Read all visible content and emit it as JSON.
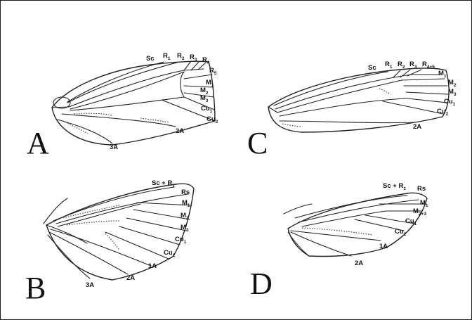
{
  "panels": {
    "A": {
      "letter": "A",
      "labels": [
        "Sc",
        "R",
        "R",
        "R",
        "R",
        "R",
        "M",
        "M",
        "M",
        "Cu",
        "Cu",
        "2A",
        "3A"
      ],
      "subs": [
        "1",
        "2",
        "3",
        "4",
        "5",
        "1",
        "2",
        "3",
        "1",
        "2"
      ]
    },
    "B": {
      "letter": "B",
      "labels": [
        "Sc + R",
        "Rs",
        "M",
        "M",
        "M",
        "Cu",
        "Cu",
        "1A",
        "2A",
        "3A"
      ],
      "subs": [
        "1",
        "1",
        "2",
        "3",
        "1",
        "2"
      ]
    },
    "C": {
      "letter": "C",
      "labels": [
        "Sc",
        "R",
        "R",
        "R",
        "R",
        "M",
        "M",
        "M",
        "Cu",
        "Cu",
        "2A"
      ],
      "subs": [
        "1",
        "2",
        "3",
        "4+5",
        "1",
        "2",
        "3",
        "1",
        "2"
      ]
    },
    "D": {
      "letter": "D",
      "labels": [
        "Sc + R",
        "Rs",
        "M",
        "M",
        "Cu",
        "Cu",
        "1A",
        "2A"
      ],
      "subs": [
        "1",
        "1",
        "2+3",
        "1",
        "2"
      ]
    }
  }
}
